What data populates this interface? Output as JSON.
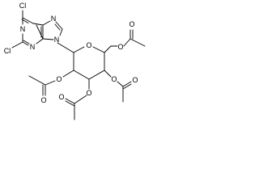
{
  "structure": {
    "atom_labels": {
      "cl_top": "Cl",
      "cl_left": "Cl",
      "n1": "N",
      "n3": "N",
      "n7": "N",
      "n9": "N",
      "o_ring": "O",
      "o_ch2": "O",
      "o_ch2_carbonyl": "O",
      "o_c2": "O",
      "o_c2_carbonyl": "O",
      "o_c3": "O",
      "o_c3_carbonyl": "O",
      "o_c4": "O",
      "o_c4_carbonyl": "O"
    }
  }
}
